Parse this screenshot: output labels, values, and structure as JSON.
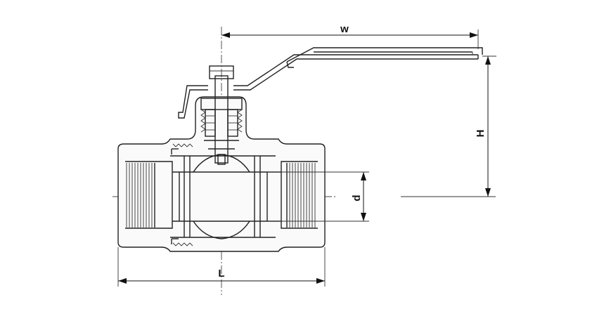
{
  "diagram": {
    "dimensions": {
      "width_label": "w",
      "height_label": "H",
      "length_label": "L",
      "diameter_label": "d"
    }
  }
}
